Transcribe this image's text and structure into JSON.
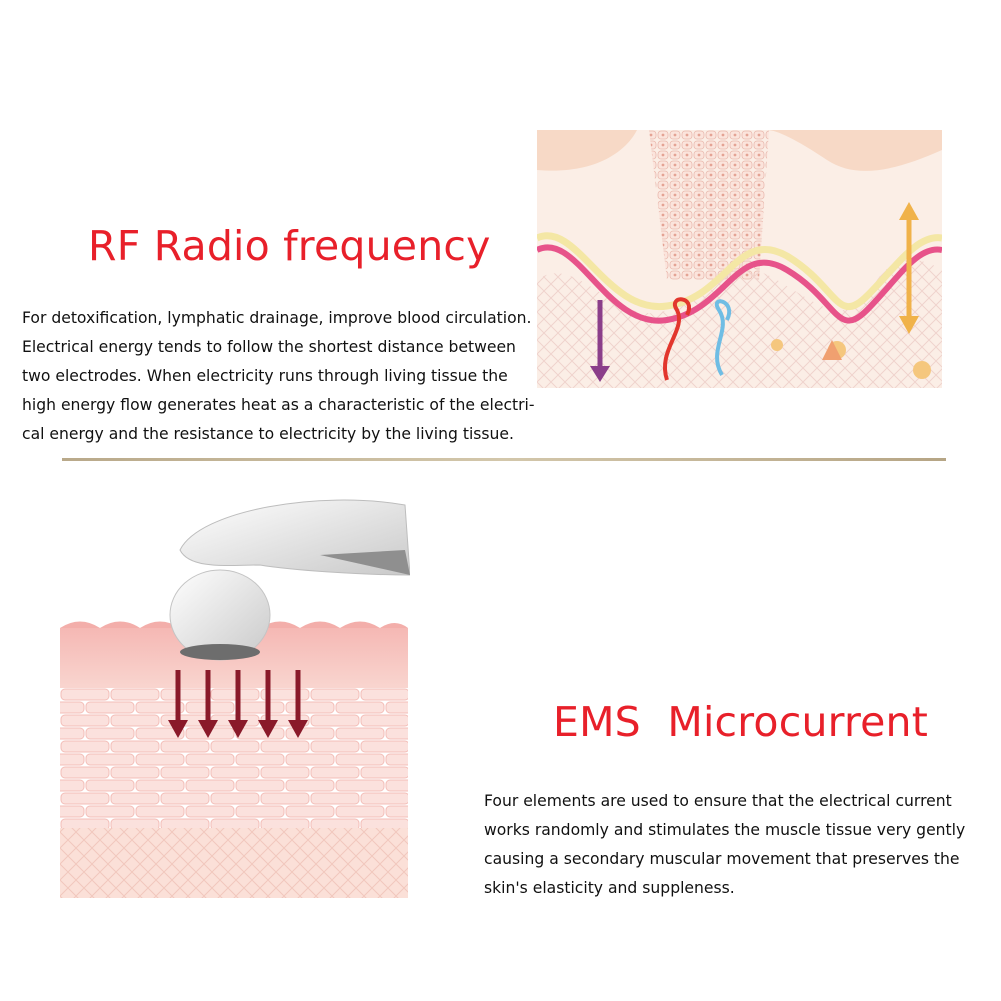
{
  "rf": {
    "title": "RF Radio frequency",
    "lines": [
      "For detoxification, lymphatic drainage, improve blood circulation.",
      "Electrical energy tends to follow the shortest distance between",
      "two electrodes. When electricity runs through living tissue the",
      "high energy flow generates heat as a characteristic of the electri-",
      "cal energy and the resistance to electricity by the living tissue."
    ],
    "illustration_icon": "skin-layers-cross-section-icon"
  },
  "ems": {
    "title": "EMS  Microcurrent",
    "lines": [
      "Four elements are used to ensure that the electrical current",
      "works randomly and stimulates the muscle tissue very gently",
      "causing a secondary muscular movement that preserves the",
      "skin's elasticity and suppleness."
    ],
    "illustration_icon": "device-on-skin-icon"
  },
  "colors": {
    "title_red": "#e8202a",
    "divider_gold": "#c2b394",
    "skin_pink": "#f3b8b5",
    "arrow_maroon": "#8a1a2a"
  }
}
